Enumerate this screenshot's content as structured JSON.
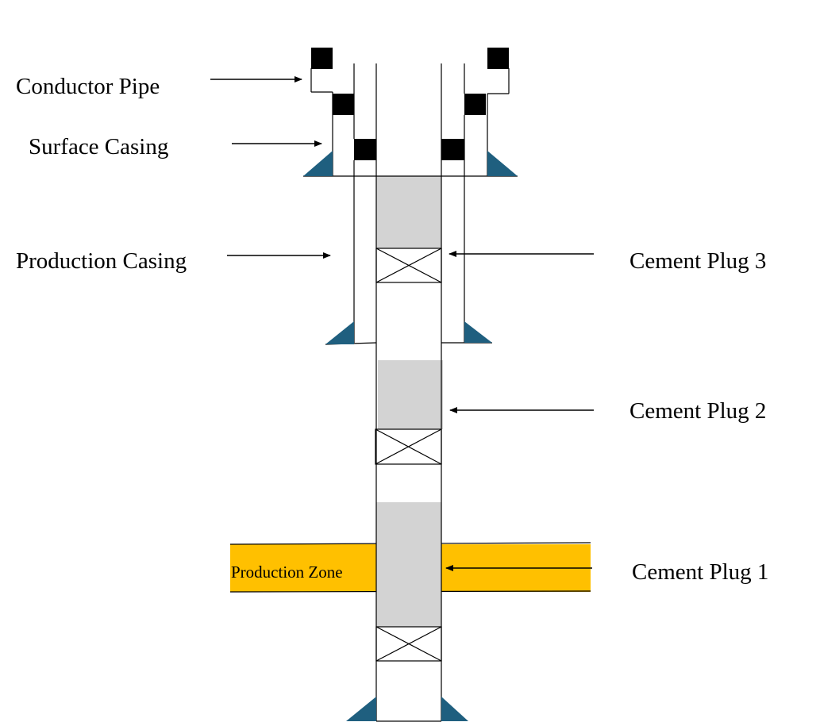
{
  "labels": {
    "conductor_pipe": "Conductor Pipe",
    "surface_casing": "Surface Casing",
    "production_casing": "Production Casing",
    "production_zone": "Production Zone",
    "cement_plug_3": "Cement Plug 3",
    "cement_plug_2": "Cement Plug 2",
    "cement_plug_1": "Cement Plug 1"
  },
  "colors": {
    "cement": "#d3d3d3",
    "production_zone": "#ffc000",
    "casing_shoe": "#1f5f7f",
    "coupling": "#000000",
    "line": "#000000",
    "background": "#ffffff"
  }
}
